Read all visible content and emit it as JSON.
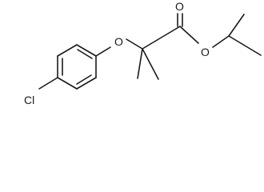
{
  "molecule": {
    "atoms": {
      "chlorine": "Cl",
      "ether_oxygen": "O",
      "carbonyl_oxygen": "O",
      "ester_oxygen": "O"
    }
  }
}
